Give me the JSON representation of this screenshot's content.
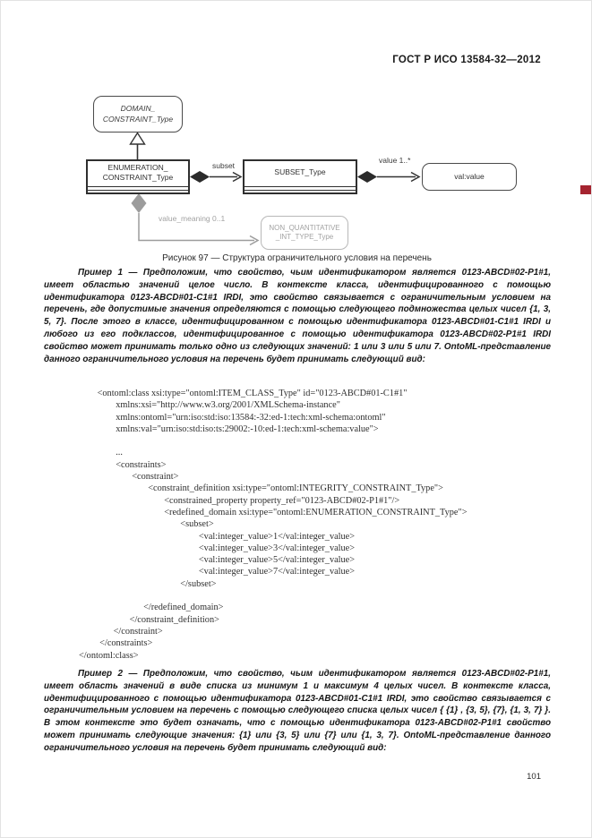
{
  "page": {
    "header": "ГОСТ Р ИСО 13584-32—2012",
    "page_number": "101"
  },
  "figure": {
    "caption": "Рисунок 97 — Структура ограничительного условия на перечень",
    "nodes": {
      "domain": {
        "line1": "DOMAIN_",
        "line2": "CONSTRAINT_Type"
      },
      "enumeration": {
        "line1": "ENUMERATION_",
        "line2": "CONSTRAINT_Type"
      },
      "subset": {
        "label": "SUBSET_Type"
      },
      "val": {
        "label": "val:value"
      },
      "nonquantitative": {
        "line1": "NON_QUANTITATIVE",
        "line2": "_INT_TYPE_Type"
      }
    },
    "edges": {
      "subset_label": "subset",
      "value_label": "value 1..*",
      "value_meaning_label": "value_meaning 0..1"
    },
    "colors": {
      "dark": "#2f2f2f",
      "gray": "#9c9c9c",
      "edge_mark_red": "#a52430"
    }
  },
  "example1": {
    "text": "Пример 1 — Предположим, что свойство, чьим идентификатором является 0123-ABCD#02-P1#1, имеет областью значений целое число. В контексте класса, идентифицированного с помощью идентификатора 0123-ABCD#01-C1#1 IRDI, это свойство связывается с ограничительным условием на перечень, где допустимые значения определяются с помощью следующего подмножества целых чисел {1, 3, 5, 7}. После этого в классе, идентифицированном с помощью идентификатора 0123-ABCD#01-C1#1 IRDI и любого из его подклассов, идентифицированное с помощью идентификатора 0123-ABCD#02-P1#1 IRDI свойство может принимать только одно из следующих значений: 1 или 3 или 5 или 7. OntoML-представление данного ограничительного условия на перечень будет принимать следующий вид:"
  },
  "code": {
    "lines": [
      "        <ontoml:class xsi:type=\"ontoml:ITEM_CLASS_Type\" id=\"0123-ABCD#01-C1#1\"",
      "                xmlns:xsi=\"http://www.w3.org/2001/XMLSchema-instance\"",
      "                xmlns:ontoml=\"urn:iso:std:iso:13584:-32:ed-1:tech:xml-schema:ontoml\"",
      "                xmlns:val=\"urn:iso:std:iso:ts:29002:-10:ed-1:tech:xml-schema:value\">",
      "",
      "                ...",
      "                <constraints>",
      "                       <constraint>",
      "                              <constraint_definition xsi:type=\"ontoml:INTEGRITY_CONSTRAINT_Type\">",
      "                                     <constrained_property property_ref=\"0123-ABCD#02-P1#1\"/>",
      "                                     <redefined_domain xsi:type=\"ontoml:ENUMERATION_CONSTRAINT_Type\">",
      "                                            <subset>",
      "                                                    <val:integer_value>1</val:integer_value>",
      "                                                    <val:integer_value>3</val:integer_value>",
      "                                                    <val:integer_value>5</val:integer_value>",
      "                                                    <val:integer_value>7</val:integer_value>",
      "                                            </subset>",
      "",
      "                            </redefined_domain>",
      "                      </constraint_definition>",
      "               </constraint>",
      "         </constraints>",
      "</ontoml:class>"
    ]
  },
  "example2": {
    "text": "Пример 2 — Предположим, что свойство, чьим идентификатором является 0123-ABCD#02-P1#1, имеет область значений в виде списка из минимум 1 и максимум 4 целых чисел. В контексте класса, идентифицированного с помощью идентификатора 0123-ABCD#01-C1#1 IRDI, это свойство связывается с ограничительным условием на перечень с помощью следующего списка целых чисел { {1} , {3, 5}, {7}, {1, 3, 7} }. В этом контексте это будет означать, что с помощью идентификатора 0123-ABCD#02-P1#1 свойство может принимать следующие значения: {1} или {3, 5} или {7} или {1, 3, 7}. OntoML-представление данного ограничительного условия на перечень будет принимать следующий вид:"
  }
}
